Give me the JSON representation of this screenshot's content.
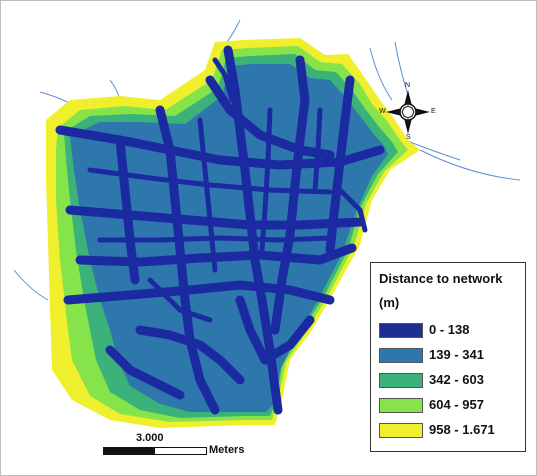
{
  "map": {
    "legend": {
      "title": "Distance to network",
      "unit": "(m)",
      "classes": [
        {
          "label": "0 - 138",
          "color": "#1f2e91"
        },
        {
          "label": "139 - 341",
          "color": "#2e77ad"
        },
        {
          "label": "342 - 603",
          "color": "#3bb27a"
        },
        {
          "label": "604 - 957",
          "color": "#86e34a"
        },
        {
          "label": "958 - 1.671",
          "color": "#f0ef2e"
        }
      ]
    },
    "scale": {
      "value": "3.000",
      "unit": "Meters"
    },
    "north_arrow": {
      "n": "N",
      "s": "S",
      "e": "E",
      "w": "W"
    },
    "colors": {
      "water_lines": "#5b8fd6",
      "roads": "#1c2aa1"
    }
  }
}
